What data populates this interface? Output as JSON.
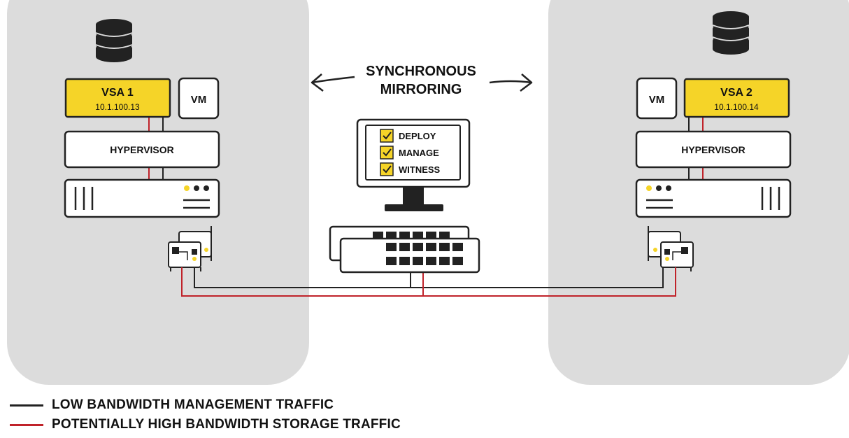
{
  "mirroring_label": [
    "SYNCHRONOUS",
    "MIRRORING"
  ],
  "left_node": {
    "vsa_title": "VSA 1",
    "vsa_ip": "10.1.100.13",
    "vm_label": "VM",
    "hypervisor_label": "HYPERVISOR"
  },
  "right_node": {
    "vsa_title": "VSA 2",
    "vsa_ip": "10.1.100.14",
    "vm_label": "VM",
    "hypervisor_label": "HYPERVISOR"
  },
  "console": {
    "checklist": [
      "DEPLOY",
      "MANAGE",
      "WITNESS"
    ]
  },
  "legend": {
    "management": "LOW BANDWIDTH MANAGEMENT TRAFFIC",
    "storage": "POTENTIALLY HIGH BANDWIDTH STORAGE TRAFFIC"
  },
  "colors": {
    "vsa_yellow": "#f5d428",
    "management_line": "#222222",
    "storage_line": "#c0232a",
    "zone_gray": "#dcdcdc"
  }
}
